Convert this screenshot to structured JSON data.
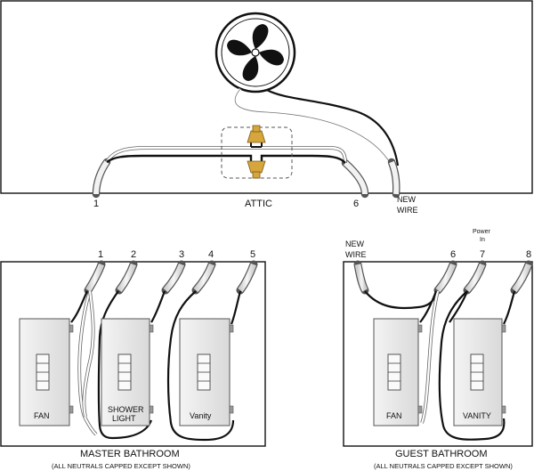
{
  "attic": {
    "label": "ATTIC",
    "wire_1_label": "1",
    "wire_6_label": "6",
    "new_wire_label_line1": "NEW",
    "new_wire_label_line2": "WIRE",
    "fan_icon": "fan-icon",
    "connector_icon": "wire-nut-icon"
  },
  "master": {
    "wire_labels": [
      "1",
      "2",
      "3",
      "4",
      "5"
    ],
    "switches": [
      {
        "label": "FAN"
      },
      {
        "label_line1": "SHOWER",
        "label_line2": "LIGHT"
      },
      {
        "label": "Vanity"
      }
    ],
    "title": "MASTER BATHROOM",
    "subtitle": "(ALL NEUTRALS CAPPED EXCEPT SHOWN)"
  },
  "guest": {
    "new_wire_line1": "NEW",
    "new_wire_line2": "WIRE",
    "wire_labels": [
      "6",
      "7",
      "8"
    ],
    "power_line1": "Power",
    "power_line2": "In",
    "switches": [
      {
        "label": "FAN"
      },
      {
        "label": "VANITY"
      }
    ],
    "title": "GUEST BATHROOM",
    "subtitle": "(ALL NEUTRALS CAPPED EXCEPT SHOWN)"
  },
  "colors": {
    "wire_black": "#111111",
    "wire_white": "#ffffff",
    "cable_jacket": "#e6e6e6",
    "switch_plate": "#ececec",
    "connector": "#d6a53c"
  }
}
